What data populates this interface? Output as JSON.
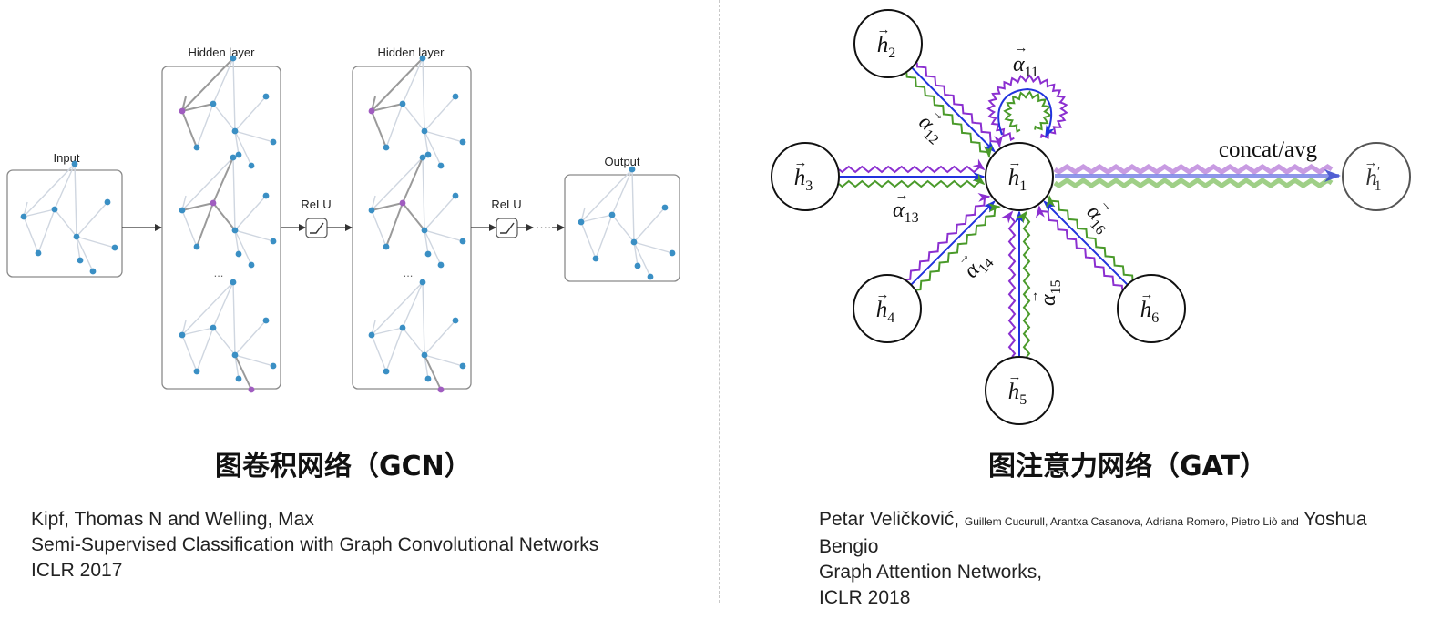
{
  "gcn": {
    "title": "图卷积网络（GCN）",
    "input_label": "Input",
    "hidden_label_1": "Hidden layer",
    "hidden_label_2": "Hidden layer",
    "relu_label_1": "ReLU",
    "relu_label_2": "ReLU",
    "output_label": "Output",
    "ellipsis": "...",
    "ellipsis_dots": "····",
    "citation": {
      "authors": "Kipf, Thomas N and Welling, Max",
      "paper": "Semi-Supervised Classification with Graph Convolutional Networks",
      "venue": "ICLR 2017"
    }
  },
  "gat": {
    "title": "图注意力网络（GAT）",
    "concat_label": "concat/avg",
    "nodes": {
      "h1": {
        "base": "h",
        "sub": "1"
      },
      "h2": {
        "base": "h",
        "sub": "2"
      },
      "h3": {
        "base": "h",
        "sub": "3"
      },
      "h4": {
        "base": "h",
        "sub": "4"
      },
      "h5": {
        "base": "h",
        "sub": "5"
      },
      "h6": {
        "base": "h",
        "sub": "6"
      },
      "out": {
        "base": "h",
        "sub": "1",
        "prime": "′"
      }
    },
    "alphas": {
      "a11": {
        "base": "α",
        "sub": "11"
      },
      "a12": {
        "base": "α",
        "sub": "12"
      },
      "a13": {
        "base": "α",
        "sub": "13"
      },
      "a14": {
        "base": "α",
        "sub": "14"
      },
      "a15": {
        "base": "α",
        "sub": "15"
      },
      "a16": {
        "base": "α",
        "sub": "16"
      }
    },
    "vector_arrow": "→",
    "colors": {
      "blue": "#2233dd",
      "purple": "#8b2fd0",
      "green": "#4a9a2a"
    },
    "citation": {
      "author_first": "Petar Veličković,",
      "authors_small": "Guillem Cucurull, Arantxa Casanova, Adriana Romero, Pietro Liò and",
      "author_last": "Yoshua",
      "author_last_2": "Bengio",
      "paper": "Graph Attention Networks,",
      "venue": "ICLR 2018"
    }
  },
  "colors": {
    "node_blue": "#3a8fc4",
    "node_purple": "#a05cc0",
    "edge_light": "#cfd6e0",
    "edge_dark": "#9a9a9a",
    "box_border": "#8a8a8a"
  }
}
